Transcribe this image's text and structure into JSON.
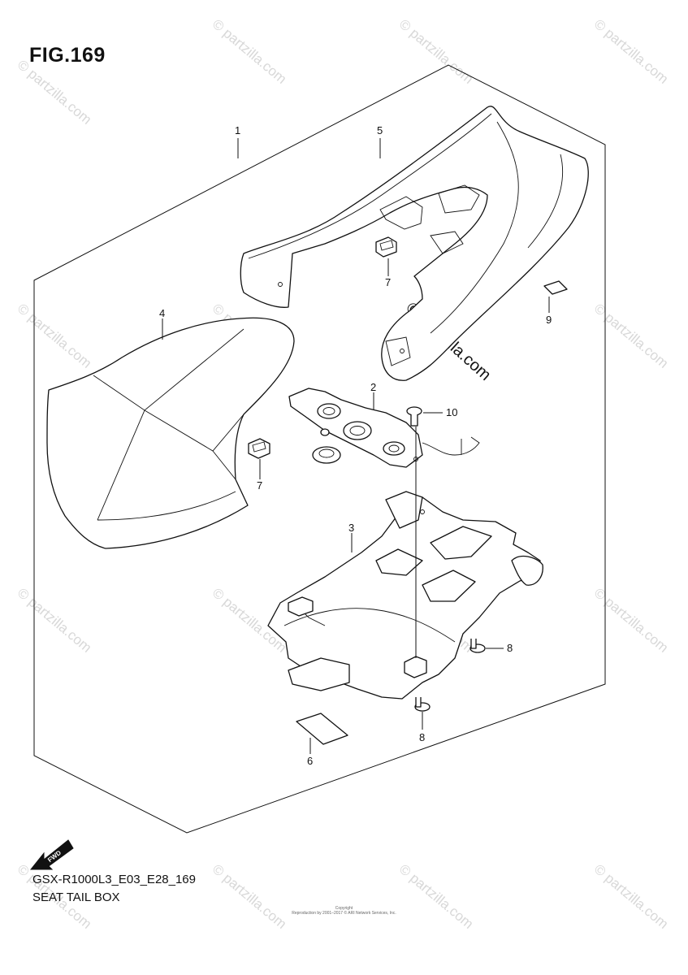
{
  "figure": {
    "title": "FIG.169",
    "model_code": "GSX-R1000L3_E03_E28_169",
    "name": "SEAT TAIL BOX",
    "copyright": "Copyright\nReproduction by 2001–2017 © ARI Network Services, Inc."
  },
  "callouts": {
    "c1": "1",
    "c2": "2",
    "c3": "3",
    "c4": "4",
    "c5": "5",
    "c6": "6",
    "c7a": "7",
    "c7b": "7",
    "c8a": "8",
    "c8b": "8",
    "c9": "9",
    "c10": "10"
  },
  "fwd_label": "FWD",
  "watermark": "© partzilla.com",
  "colors": {
    "line": "#111111",
    "watermark": "#d8d8d8"
  }
}
